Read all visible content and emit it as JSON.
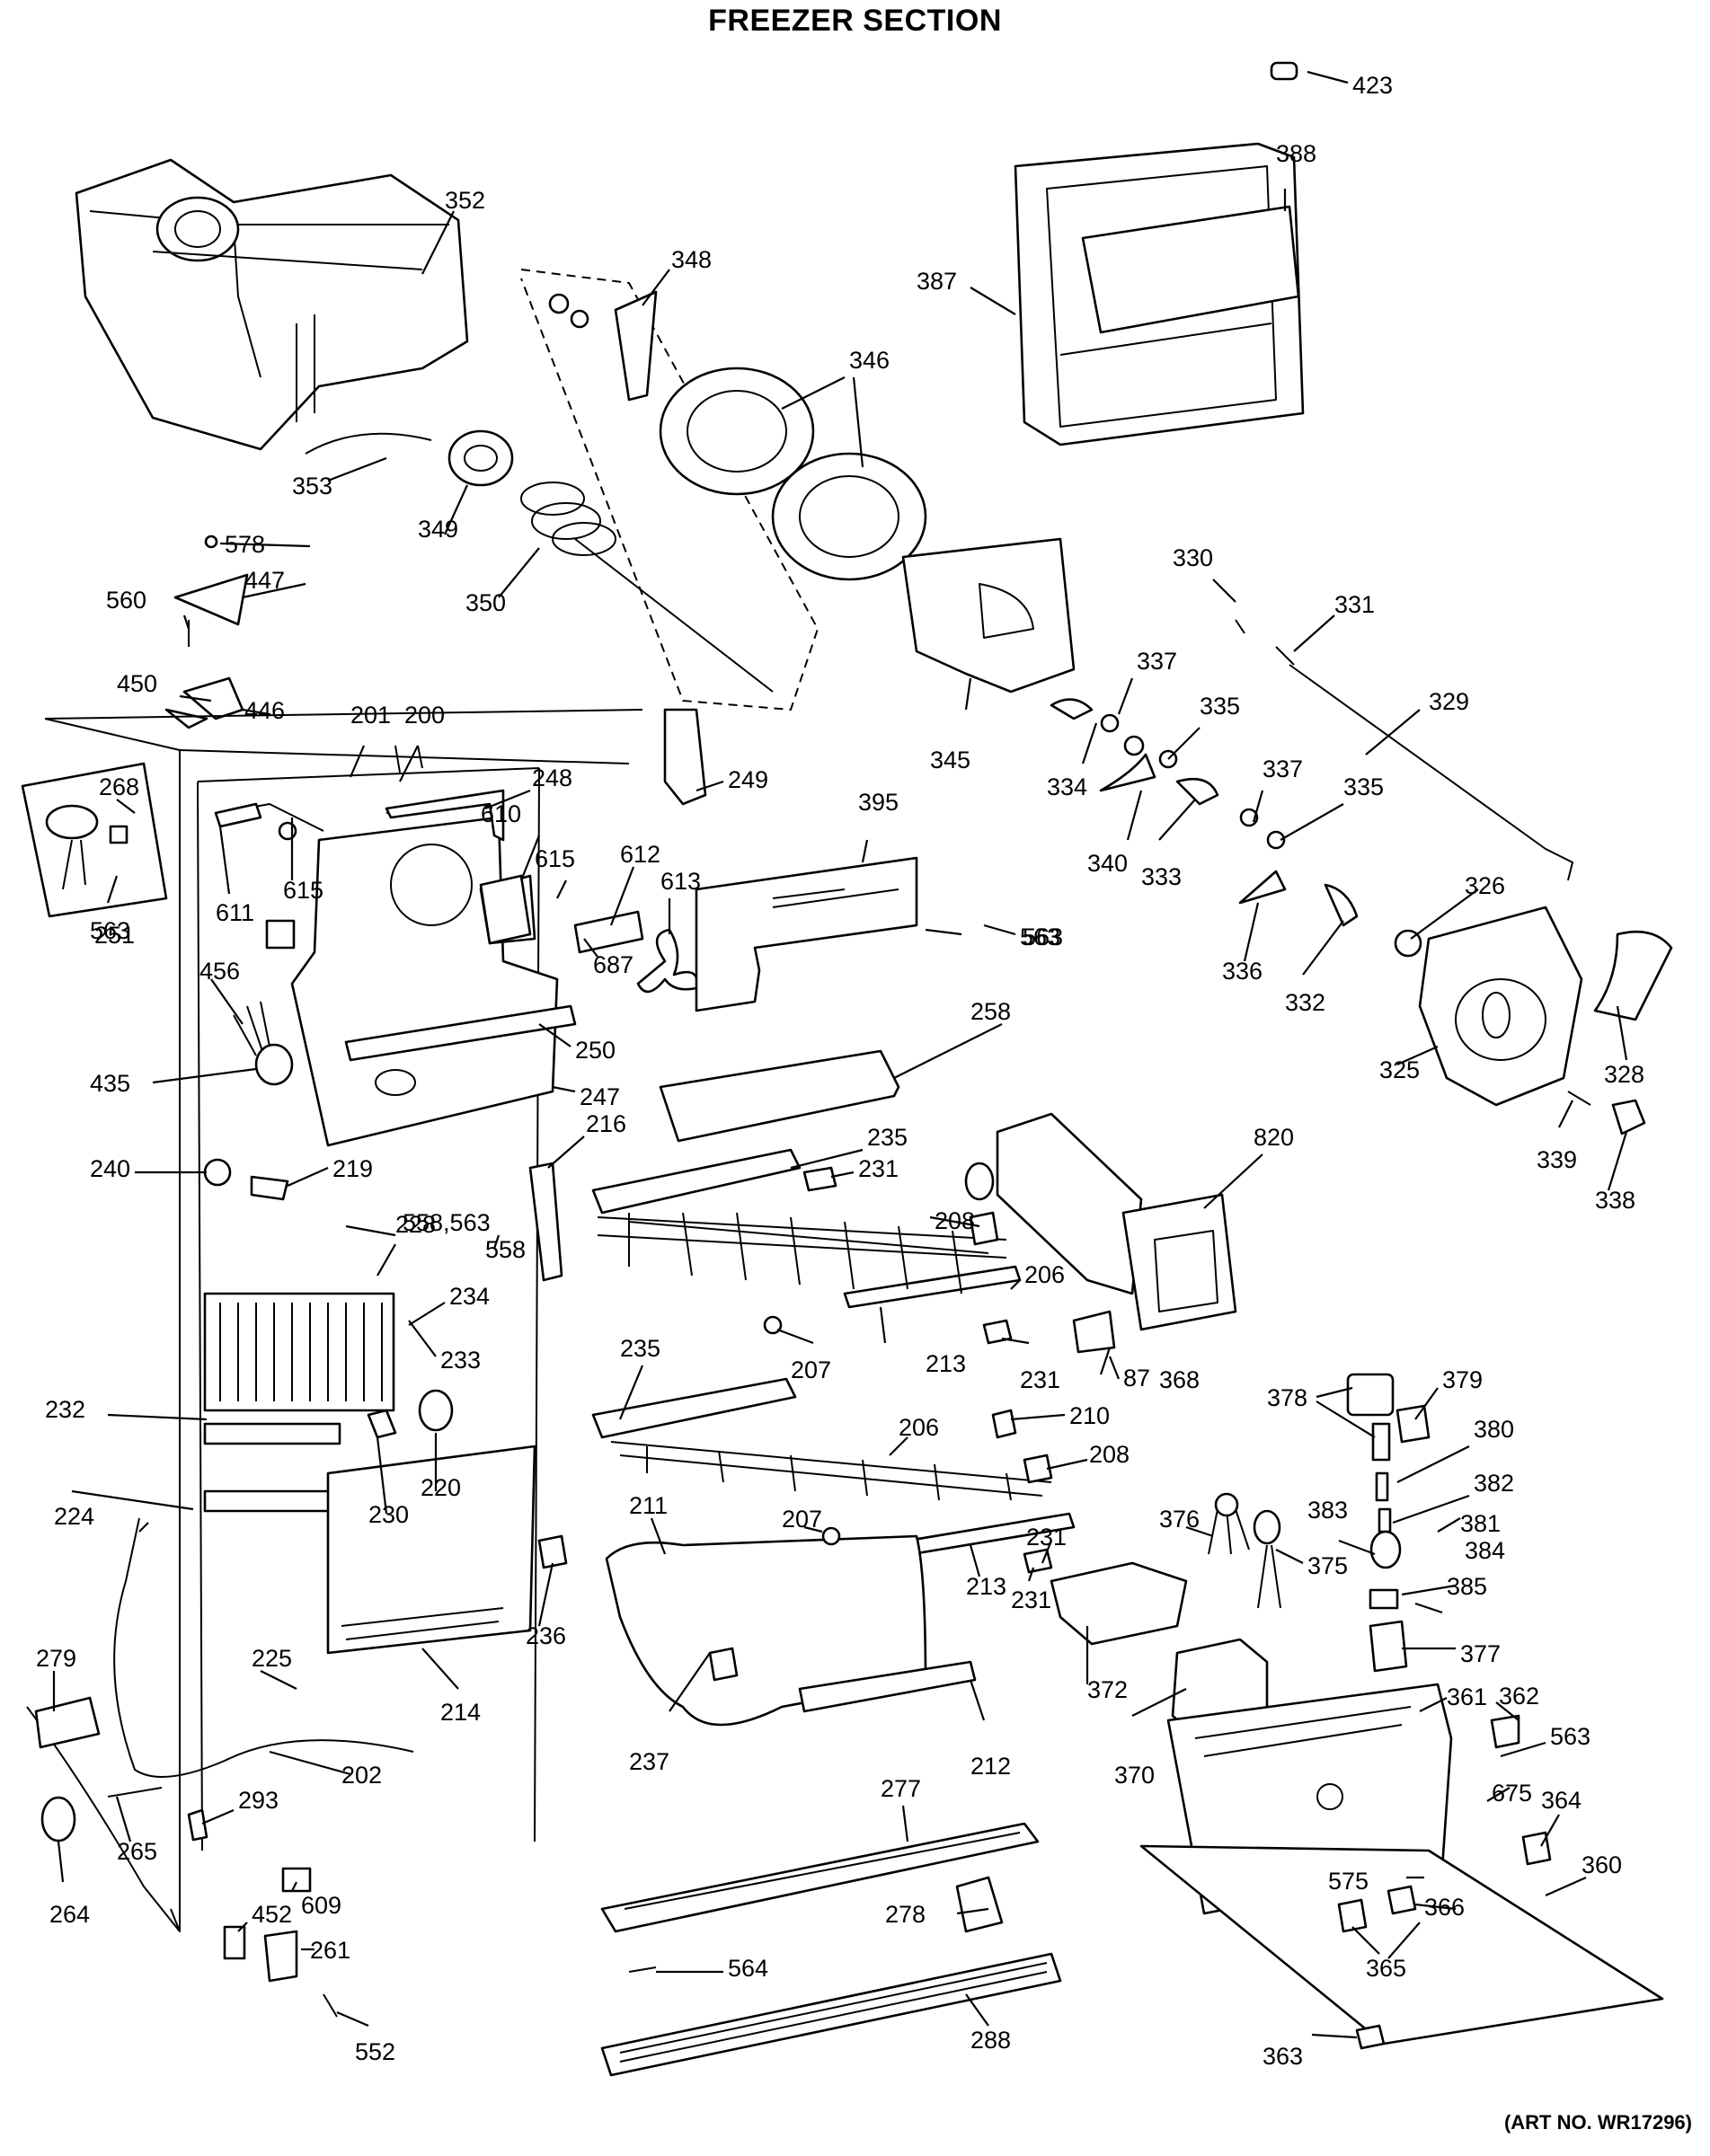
{
  "title": "FREEZER SECTION",
  "art_number": "(ART NO. WR17296)",
  "callouts": [
    {
      "label": "423"
    },
    {
      "label": "352"
    },
    {
      "label": "388"
    },
    {
      "label": "387"
    },
    {
      "label": "348"
    },
    {
      "label": "346"
    },
    {
      "label": "353"
    },
    {
      "label": "349"
    },
    {
      "label": "578"
    },
    {
      "label": "447"
    },
    {
      "label": "560"
    },
    {
      "label": "350"
    },
    {
      "label": "330"
    },
    {
      "label": "331"
    },
    {
      "label": "450"
    },
    {
      "label": "446"
    },
    {
      "label": "201"
    },
    {
      "label": "200"
    },
    {
      "label": "337"
    },
    {
      "label": "335"
    },
    {
      "label": "329"
    },
    {
      "label": "268"
    },
    {
      "label": "248"
    },
    {
      "label": "249"
    },
    {
      "label": "345"
    },
    {
      "label": "334"
    },
    {
      "label": "610"
    },
    {
      "label": "615"
    },
    {
      "label": "612"
    },
    {
      "label": "613"
    },
    {
      "label": "395"
    },
    {
      "label": "563"
    },
    {
      "label": "615"
    },
    {
      "label": "611"
    },
    {
      "label": "340"
    },
    {
      "label": "333"
    },
    {
      "label": "337"
    },
    {
      "label": "335"
    },
    {
      "label": "326"
    },
    {
      "label": "563"
    },
    {
      "label": "251"
    },
    {
      "label": "687"
    },
    {
      "label": "563"
    },
    {
      "label": "336"
    },
    {
      "label": "332"
    },
    {
      "label": "456"
    },
    {
      "label": "250"
    },
    {
      "label": "258"
    },
    {
      "label": "328"
    },
    {
      "label": "435"
    },
    {
      "label": "247"
    },
    {
      "label": "325"
    },
    {
      "label": "216"
    },
    {
      "label": "235"
    },
    {
      "label": "820"
    },
    {
      "label": "339"
    },
    {
      "label": "240"
    },
    {
      "label": "219"
    },
    {
      "label": "231"
    },
    {
      "label": "338"
    },
    {
      "label": "558,563"
    },
    {
      "label": "208"
    },
    {
      "label": "228"
    },
    {
      "label": "558"
    },
    {
      "label": "206"
    },
    {
      "label": "234"
    },
    {
      "label": "233"
    },
    {
      "label": "207"
    },
    {
      "label": "213"
    },
    {
      "label": "231"
    },
    {
      "label": "87"
    },
    {
      "label": "368"
    },
    {
      "label": "378"
    },
    {
      "label": "379"
    },
    {
      "label": "235"
    },
    {
      "label": "232"
    },
    {
      "label": "210"
    },
    {
      "label": "206"
    },
    {
      "label": "380"
    },
    {
      "label": "220"
    },
    {
      "label": "208"
    },
    {
      "label": "382"
    },
    {
      "label": "231"
    },
    {
      "label": "230"
    },
    {
      "label": "224"
    },
    {
      "label": "211"
    },
    {
      "label": "207"
    },
    {
      "label": "376"
    },
    {
      "label": "383"
    },
    {
      "label": "381"
    },
    {
      "label": "375"
    },
    {
      "label": "384"
    },
    {
      "label": "213"
    },
    {
      "label": "385"
    },
    {
      "label": "236"
    },
    {
      "label": "231"
    },
    {
      "label": "377"
    },
    {
      "label": "279"
    },
    {
      "label": "225"
    },
    {
      "label": "214"
    },
    {
      "label": "372"
    },
    {
      "label": "361"
    },
    {
      "label": "362"
    },
    {
      "label": "237"
    },
    {
      "label": "212"
    },
    {
      "label": "563"
    },
    {
      "label": "370"
    },
    {
      "label": "202"
    },
    {
      "label": "277"
    },
    {
      "label": "293"
    },
    {
      "label": "675"
    },
    {
      "label": "364"
    },
    {
      "label": "265"
    },
    {
      "label": "360"
    },
    {
      "label": "609"
    },
    {
      "label": "575"
    },
    {
      "label": "264"
    },
    {
      "label": "452"
    },
    {
      "label": "278"
    },
    {
      "label": "366"
    },
    {
      "label": "261"
    },
    {
      "label": "564"
    },
    {
      "label": "365"
    },
    {
      "label": "552"
    },
    {
      "label": "288"
    },
    {
      "label": "363"
    }
  ]
}
